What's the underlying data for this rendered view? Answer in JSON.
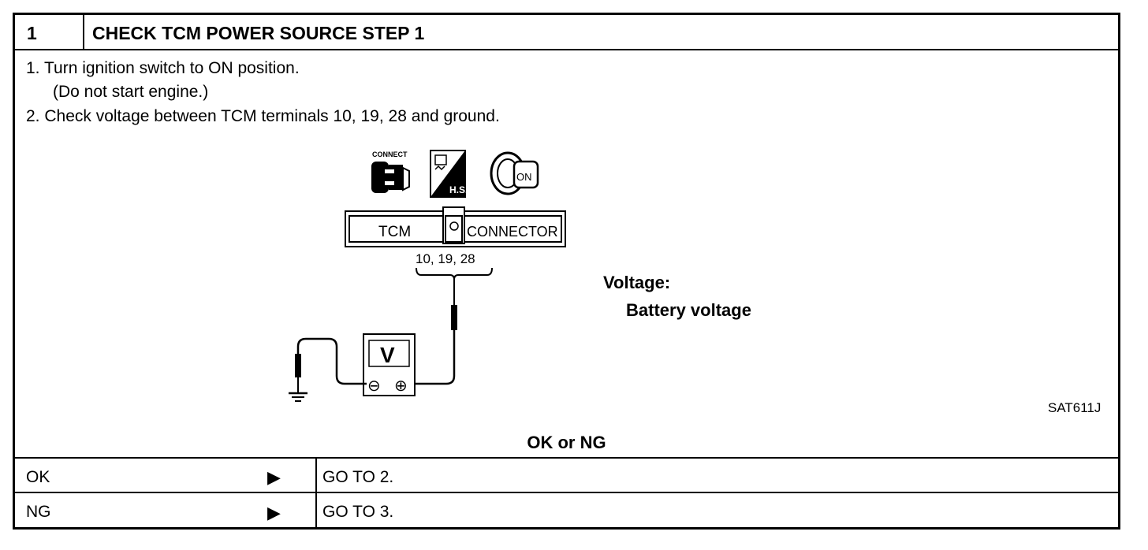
{
  "header": {
    "step_number": "1",
    "title": "CHECK TCM POWER SOURCE STEP 1"
  },
  "instructions": [
    "1. Turn ignition switch to ON position.",
    "(Do not start engine.)",
    "2. Check voltage between TCM terminals 10, 19, 28 and ground."
  ],
  "diagram": {
    "connect_label": "CONNECT",
    "hs_label": "H.S.",
    "key_label": "ON",
    "connector_left": "TCM",
    "connector_right": "CONNECTOR",
    "terminals": "10, 19, 28",
    "meter_label": "V",
    "minus": "⊖",
    "plus": "⊕"
  },
  "spec": {
    "label": "Voltage:",
    "value": "Battery  voltage"
  },
  "figure_id": "SAT611J",
  "result_prompt": "OK or NG",
  "results": [
    {
      "label": "OK",
      "arrow": "▶",
      "action": "GO TO 2."
    },
    {
      "label": "NG",
      "arrow": "▶",
      "action": "GO TO 3."
    }
  ]
}
